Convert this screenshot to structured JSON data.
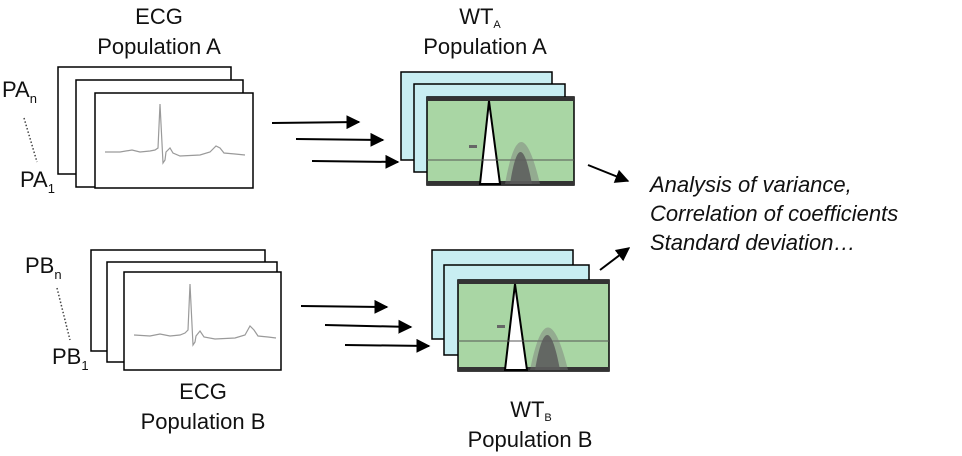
{
  "top_group": {
    "ecg_title": "ECG",
    "ecg_population": "Population A",
    "wt_title": "WT",
    "wt_subscript": "A",
    "wt_population": "Population A",
    "label_n": "PA",
    "label_n_subscript": "n",
    "label_1": "PA",
    "label_1_subscript": "1"
  },
  "bottom_group": {
    "ecg_title": "ECG",
    "ecg_population": "Population B",
    "wt_title": "WT",
    "wt_subscript": "B",
    "wt_population": "Population B",
    "label_n": "PB",
    "label_n_subscript": "n",
    "label_1": "PB",
    "label_1_subscript": "1"
  },
  "results": [
    "Analysis of variance,",
    "Correlation of coefficients",
    "Standard deviation…"
  ],
  "colors": {
    "wavelet_background": "#a9d6a4",
    "wavelet_stack_card": "#c8eef2",
    "ecg_trace": "#9a9a9a",
    "stroke": "#000000"
  },
  "icons": {
    "ecg": "ecg-waveform-icon",
    "wavelet": "wavelet-scalogram-icon",
    "arrow": "arrow-right-icon"
  }
}
